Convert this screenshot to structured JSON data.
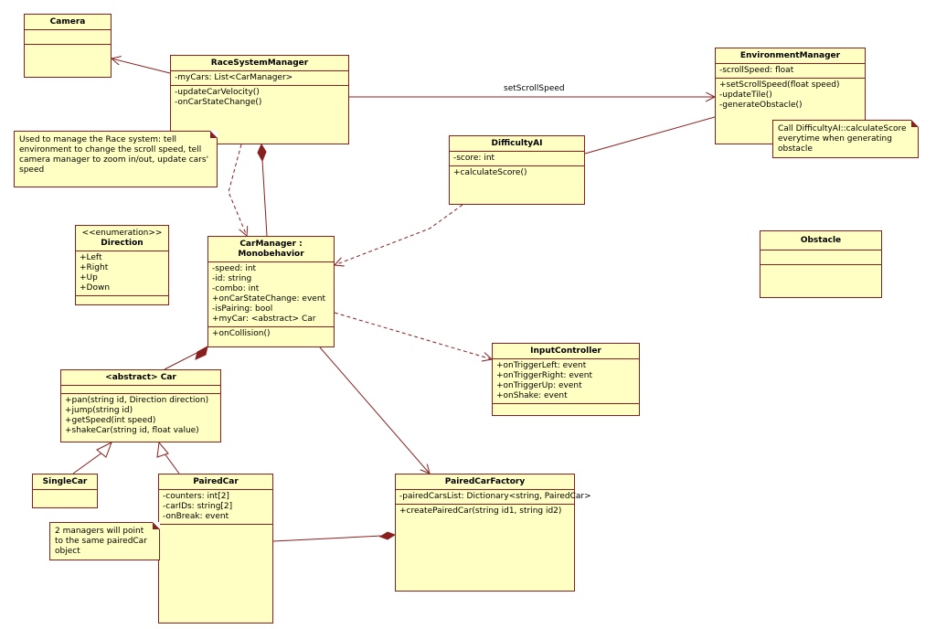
{
  "classes": {
    "camera": {
      "name": "Camera",
      "attributes": [],
      "operations": []
    },
    "race_system_manager": {
      "name": "RaceSystemManager",
      "attributes": [
        "-myCars: List<CarManager>"
      ],
      "operations": [
        "-updateCarVelocity()",
        "-onCarStateChange()"
      ]
    },
    "environment_manager": {
      "name": "EnvironmentManager",
      "attributes": [
        "-scrollSpeed: float"
      ],
      "operations": [
        "+setScrollSpeed(float speed)",
        "-updateTile()",
        "-generateObstacle()"
      ]
    },
    "difficulty_ai": {
      "name": "DifficultyAI",
      "attributes": [
        "-score: int"
      ],
      "operations": [
        "+calculateScore()"
      ]
    },
    "direction": {
      "stereotype": "<<enumeration>>",
      "name": "Direction",
      "attributes": [
        "+Left",
        "+Right",
        "+Up",
        "+Down"
      ],
      "operations": []
    },
    "car_manager": {
      "name": "CarManager : Monobehavior",
      "attributes": [
        "-speed: int",
        "-id: string",
        "-combo: int",
        "+onCarStateChange: event",
        "-isPairing: bool",
        "+myCar: <abstract> Car"
      ],
      "operations": [
        "+onCollision()"
      ]
    },
    "obstacle": {
      "name": "Obstacle",
      "attributes": [],
      "operations": []
    },
    "input_controller": {
      "name": "InputController",
      "attributes": [
        "+onTriggerLeft: event",
        "+onTriggerRight: event",
        "+onTriggerUp: event",
        "+onShake: event"
      ],
      "operations": []
    },
    "abstract_car": {
      "name": "<abstract> Car",
      "attributes": [],
      "operations": [
        "+pan(string id, Direction direction)",
        "+jump(string id)",
        "+getSpeed(int speed)",
        "+shakeCar(string id, float value)"
      ]
    },
    "single_car": {
      "name": "SingleCar",
      "attributes": [],
      "operations": []
    },
    "paired_car": {
      "name": "PairedCar",
      "attributes": [
        "-counters: int[2]",
        "-carIDs: string[2]",
        "-onBreak: event"
      ],
      "operations": []
    },
    "paired_car_factory": {
      "name": "PairedCarFactory",
      "attributes": [
        "-pairedCarsList: Dictionary<string, PairedCar>"
      ],
      "operations": [
        "+createPairedCar(string id1, string id2)"
      ]
    }
  },
  "notes": {
    "race_system": [
      "Used to manage the Race system: tell environment",
      "to change the scroll speed, tell camera manager to",
      " zoom in/out, update cars' speed"
    ],
    "difficulty": [
      "Call DifficultyAI::calculateScore",
      "everytime when generating obstacle"
    ],
    "paired": [
      "2 managers will point to",
      "the same pairedCar object"
    ]
  },
  "relations": {
    "set_scroll_speed": "setScrollSpeed"
  },
  "colors": {
    "class_fill": "#ffffc4",
    "border": "#8a1f1f",
    "line": "#8a1f1f"
  }
}
